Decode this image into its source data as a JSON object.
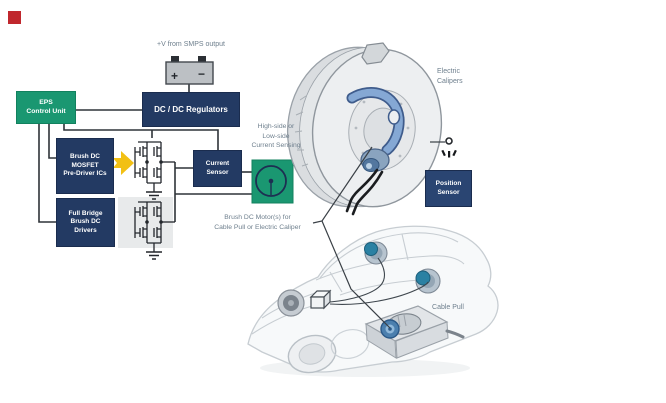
{
  "colors": {
    "navy": "#233a63",
    "green": "#1a9771",
    "yellow": "#f2c014",
    "logo_red": "#c0272d",
    "label_gray": "#6e7f8d",
    "wire": "#2e3338",
    "caliper_blue": "#85a8d4",
    "motor_teal": "#2a81a3"
  },
  "labels": {
    "smps": "+V from SMPS output",
    "sensing": [
      "High-side or",
      "Low-side",
      "Current Sensing"
    ],
    "motor": [
      "Brush DC Motor(s) for",
      "Cable Pull or Electric Caliper"
    ],
    "calipers": [
      "Electric",
      "Calipers"
    ],
    "cable_pull": "Cable Pull"
  },
  "battery": {
    "plus": "+",
    "minus": "−"
  },
  "blocks": {
    "eps": {
      "lines": [
        "EPS",
        "Control Unit"
      ]
    },
    "dcdc": {
      "label": "DC / DC Regulators"
    },
    "predriver": {
      "lines": [
        "Brush DC",
        "MOSFET",
        "Pre-Driver ICs"
      ]
    },
    "fullbridge": {
      "lines": [
        "Full Bridge",
        "Brush DC",
        "Drivers"
      ]
    },
    "current_sensor": {
      "lines": [
        "Current",
        "Sensor"
      ]
    },
    "position_sensor": {
      "lines": [
        "Position",
        "Sensor"
      ]
    }
  }
}
